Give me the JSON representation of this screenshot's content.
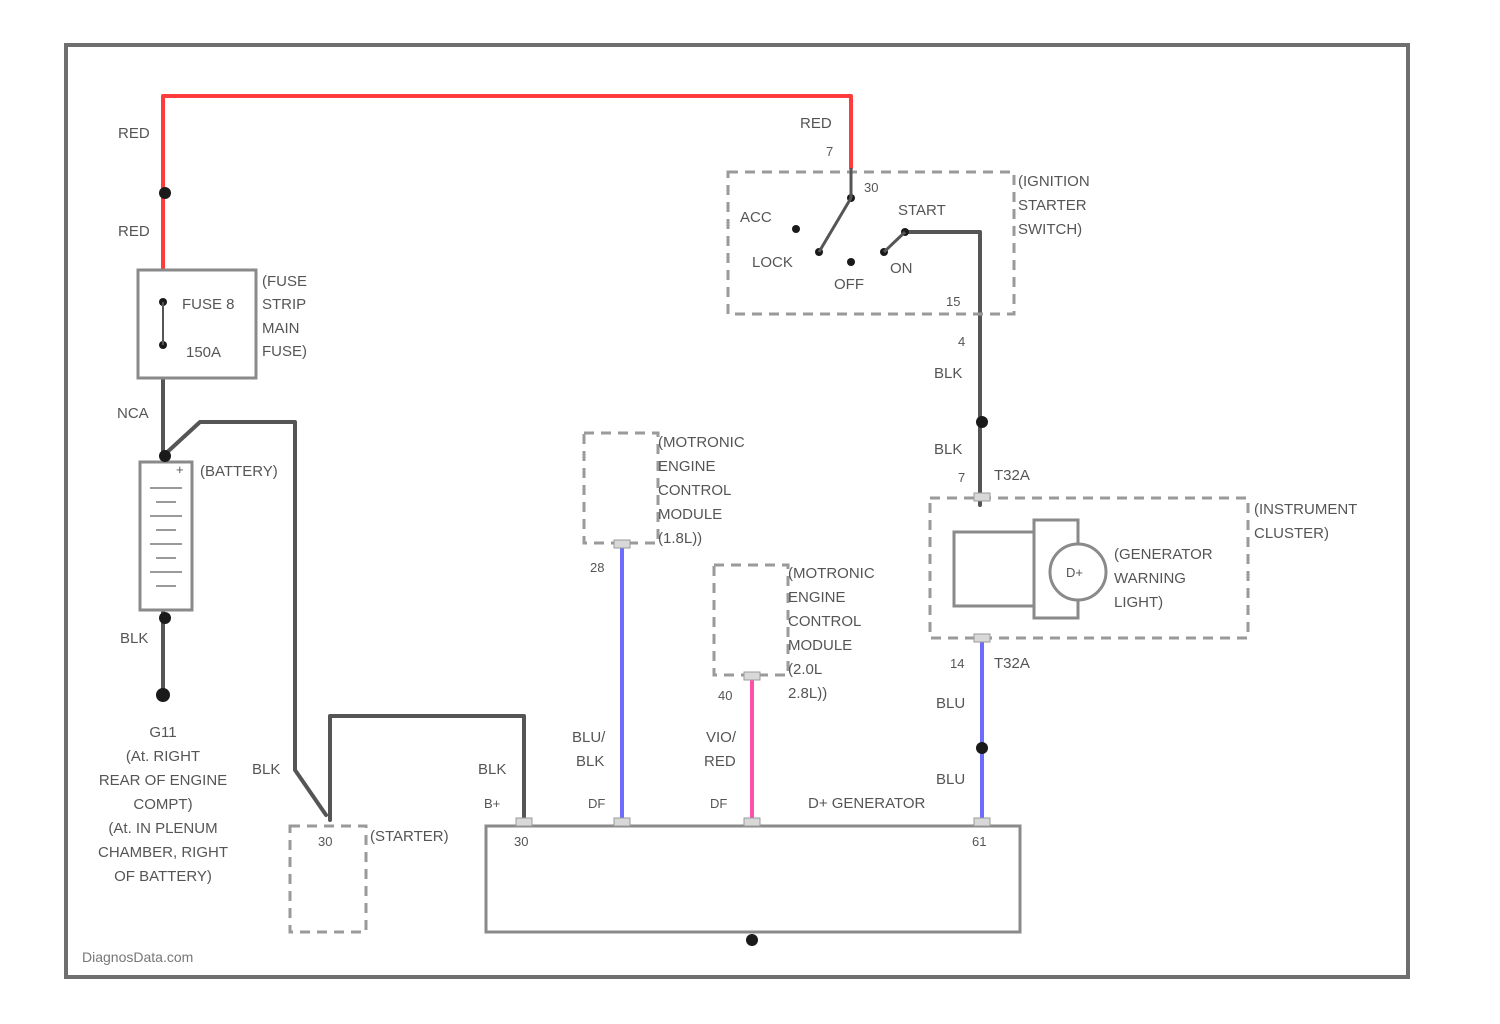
{
  "colors": {
    "frame": "#6f6f6f",
    "wire_red": "#ff3b3b",
    "wire_blk": "#555555",
    "wire_blu": "#6c6cff",
    "wire_pink": "#ff4fae",
    "component_outline": "#9a9a9a"
  },
  "wires": {
    "red_top_1": "RED",
    "red_top_2": "RED",
    "red_switch": "RED",
    "nca": "NCA",
    "blk_battery_neg": "BLK",
    "blk_ground_starter": "BLK",
    "blk_generator_b": "BLK",
    "blk_switch_1": "BLK",
    "blk_switch_2": "BLK",
    "blu_blk": [
      "BLU/",
      "BLK"
    ],
    "vio_red": [
      "VIO/",
      "RED"
    ],
    "blu_cluster": "BLU",
    "blu_generator": "BLU"
  },
  "fuse": {
    "pin_top": "FUSE 8",
    "pin_bottom": "150A",
    "label_lines": [
      "(FUSE",
      "STRIP",
      "MAIN",
      "FUSE)"
    ]
  },
  "battery": {
    "label": "(BATTERY)",
    "pin": "+"
  },
  "ground": {
    "id": "G11",
    "note_lines": [
      "(At. RIGHT",
      "REAR OF ENGINE",
      "COMPT)",
      "(At. IN PLENUM",
      "CHAMBER, RIGHT",
      "OF BATTERY)"
    ]
  },
  "ignition_switch": {
    "label_lines": [
      "(IGNITION",
      "STARTER",
      "SWITCH)"
    ],
    "positions": [
      "ACC",
      "LOCK",
      "OFF",
      "ON",
      "START"
    ],
    "pin_in": "30",
    "pin_in_term": "7",
    "pin_out": "15",
    "pin_out_term": "4"
  },
  "ecm_1": {
    "label_lines": [
      "(MOTRONIC",
      "ENGINE",
      "CONTROL",
      "MODULE",
      "(1.8L))"
    ],
    "pin": "28"
  },
  "ecm_2": {
    "label_lines": [
      "(MOTRONIC",
      "ENGINE",
      "CONTROL",
      "MODULE",
      "(2.0L",
      "2.8L))"
    ],
    "pin": "40"
  },
  "instrument_cluster": {
    "label_lines": [
      "(INSTRUMENT",
      "CLUSTER)"
    ],
    "lamp_lines": [
      "(GENERATOR",
      "WARNING",
      "LIGHT)"
    ],
    "lamp_symbol": "D+",
    "pin_top": "7",
    "pin_top_conn": "T32A",
    "pin_bottom": "14",
    "pin_bottom_conn": "T32A"
  },
  "starter": {
    "label": "(STARTER)",
    "pin": "30"
  },
  "generator": {
    "label": "D+ GENERATOR",
    "terminals": {
      "b_plus": "B+",
      "df": "DF",
      "dfm": "DF",
      "d_plus": "D+"
    },
    "pin_b": "30",
    "pin_d": "61"
  },
  "watermark": "DiagnosData.com"
}
